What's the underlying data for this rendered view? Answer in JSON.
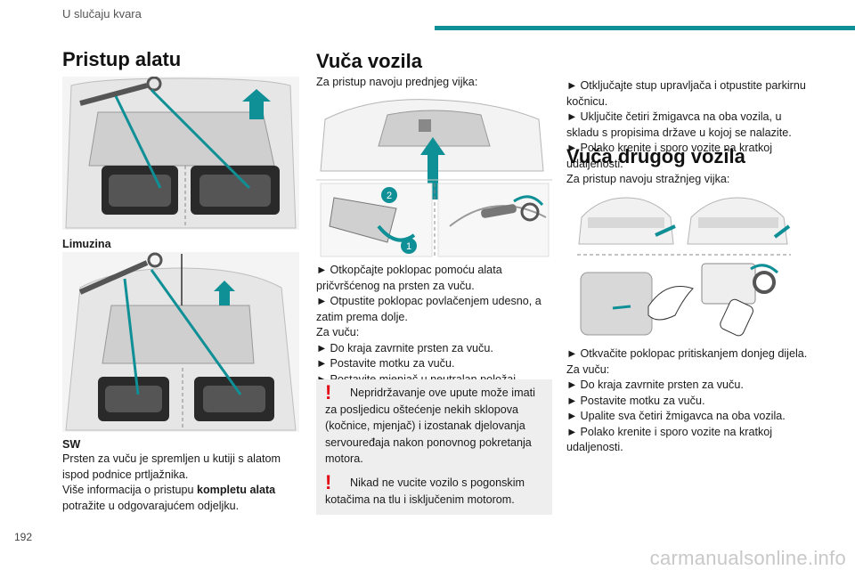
{
  "header": {
    "title": "U slučaju kvara"
  },
  "page_number": "192",
  "watermark": "carmanualsonline.info",
  "col1": {
    "title": "Pristup alatu",
    "caption1": "Limuzina",
    "caption2": "SW",
    "para1": "Prsten za vuču je spremljen u kutiji s alatom ispod podnice prtljažnika.",
    "para2_start": "Više informacija o pristupu ",
    "para2_bold": "kompletu alata",
    "para2_end": " potražite u odgovarajućem odjeljku."
  },
  "col2": {
    "title": "Vuča vozila",
    "intro": "Za pristup navoju prednjeg vijka:",
    "step1": "Otkopčajte poklopac pomoću alata pričvršćenog na prsten za vuču.",
    "step2": "Otpustite poklopac povlačenjem udesno, a zatim prema dolje.",
    "label_towing": "Za vuču:",
    "step3": "Do kraja zavrnite prsten za vuču.",
    "step4": "Postavite motku za vuču.",
    "step5": "Postavite mjenjač u neutralan položaj.",
    "warning1": "Nepridržavanje ove upute može imati za posljedicu oštećenje nekih sklopova (kočnice, mjenjač) i izostanak djelovanja servouređaja nakon ponovnog pokretanja motora.",
    "warning2": "Nikad ne vucite vozilo s pogonskim kotačima na tlu i isključenim motorom.",
    "badge1": "1",
    "badge2": "2"
  },
  "col3": {
    "step1": "Otključajte stup upravljača i otpustite parkirnu kočnicu.",
    "step2": "Uključite četiri žmigavca na oba vozila, u skladu s propisima države u kojoj se nalazite.",
    "step3": "Polako krenite i sporo vozite na kratkoj udaljenosti.",
    "title": "Vuča drugog vozila",
    "intro": "Za pristup navoju stražnjeg vijka:",
    "step4": "Otkvačite poklopac pritiskanjem donjeg dijela.",
    "label_towing": "Za vuču:",
    "step5": "Do kraja zavrnite prsten za vuču.",
    "step6": "Postavite motku za vuču.",
    "step7": "Upalite sva četiri žmigavca na oba vozila.",
    "step8": "Polako krenite i sporo vozite na kratkoj udaljenosti."
  },
  "arrow_glyph": "►",
  "warning_glyph": "!",
  "colors": {
    "accent": "#0f8f96",
    "warning": "#e30613",
    "panel": "#eeeeee"
  },
  "icons": [
    "tow-ring-icon",
    "tool-box-icon",
    "car-front-icon",
    "car-rear-icon",
    "hand-icon",
    "up-arrow-icon"
  ]
}
